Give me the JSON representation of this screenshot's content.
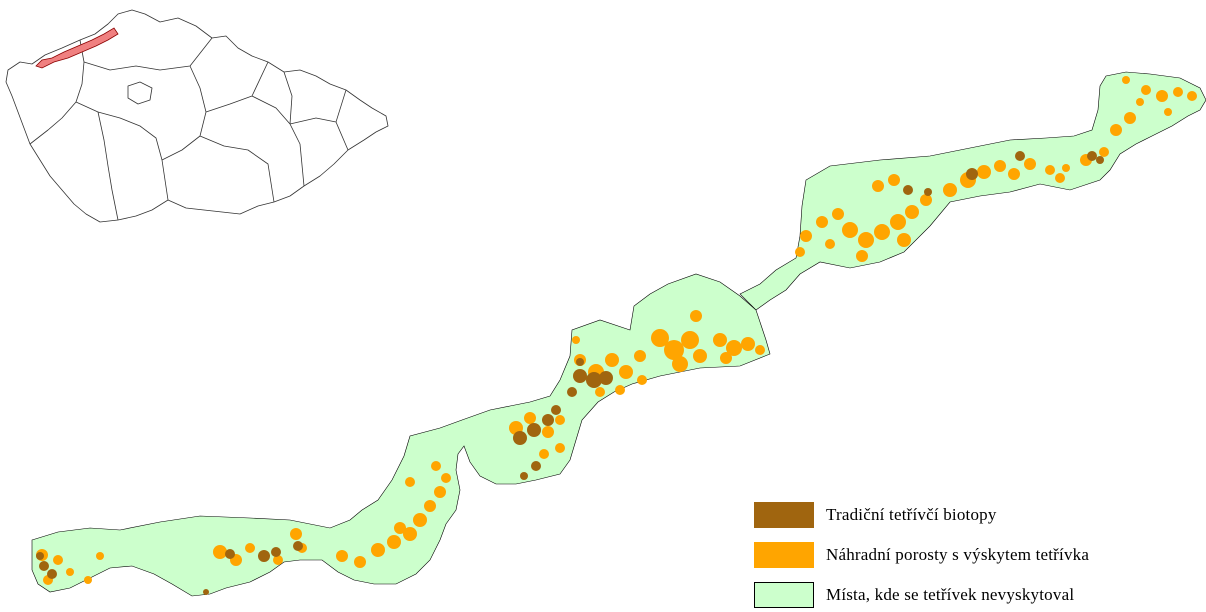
{
  "colors": {
    "traditional": "#A0650F",
    "substitute": "#FFA500",
    "absent": "#CCFFCC",
    "highlight": "#F08080",
    "outline": "#000000"
  },
  "legend": {
    "items": [
      {
        "label": "Tradiční tetřívčí biotopy",
        "color": "#A0650F"
      },
      {
        "label": "Náhradní porosty s výskytem tetřívka",
        "color": "#FFA500"
      },
      {
        "label": "Místa, kde se tetřívek nevyskytoval",
        "color": "#CCFFCC"
      }
    ]
  }
}
